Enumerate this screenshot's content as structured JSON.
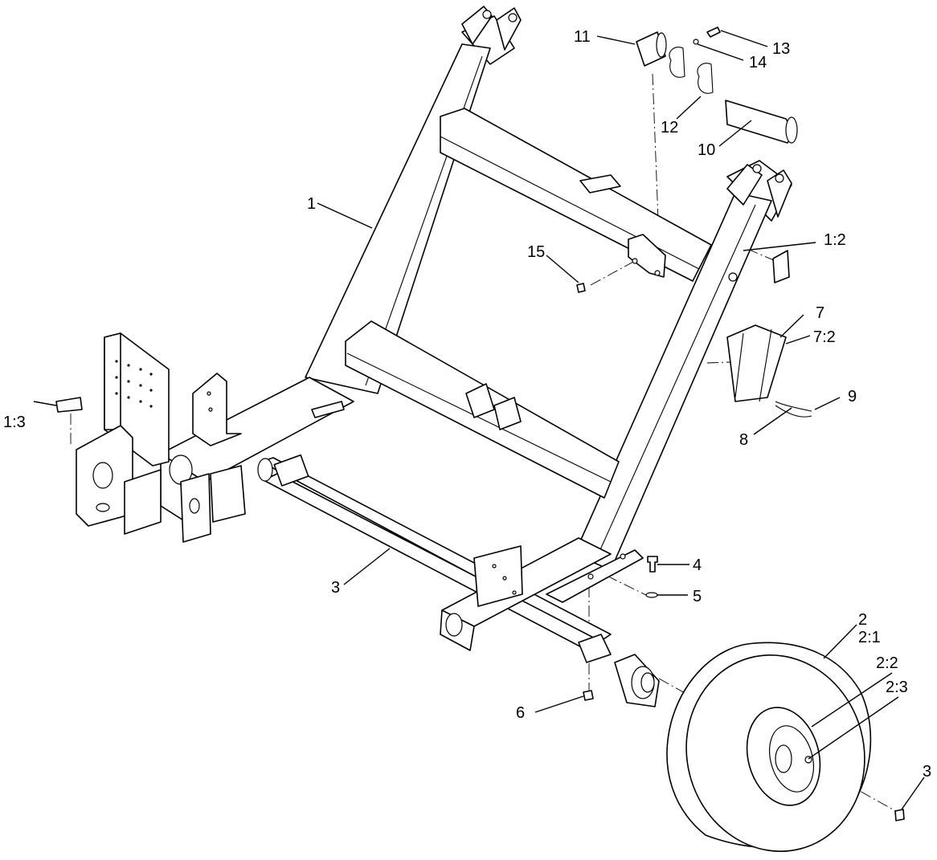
{
  "callouts": [
    {
      "id": "c1",
      "text": "1"
    },
    {
      "id": "c1_2",
      "text": "1:2"
    },
    {
      "id": "c1_3",
      "text": "1:3"
    },
    {
      "id": "c2",
      "text": "2"
    },
    {
      "id": "c2_1",
      "text": "2:1"
    },
    {
      "id": "c2_2",
      "text": "2:2"
    },
    {
      "id": "c2_3",
      "text": "2:3"
    },
    {
      "id": "c3",
      "text": "3"
    },
    {
      "id": "c3b",
      "text": "3"
    },
    {
      "id": "c4",
      "text": "4"
    },
    {
      "id": "c5",
      "text": "5"
    },
    {
      "id": "c6",
      "text": "6"
    },
    {
      "id": "c7",
      "text": "7"
    },
    {
      "id": "c7_2",
      "text": "7:2"
    },
    {
      "id": "c8",
      "text": "8"
    },
    {
      "id": "c9",
      "text": "9"
    },
    {
      "id": "c10",
      "text": "10"
    },
    {
      "id": "c11",
      "text": "11"
    },
    {
      "id": "c12",
      "text": "12"
    },
    {
      "id": "c13",
      "text": "13"
    },
    {
      "id": "c14",
      "text": "14"
    },
    {
      "id": "c15",
      "text": "15"
    }
  ]
}
